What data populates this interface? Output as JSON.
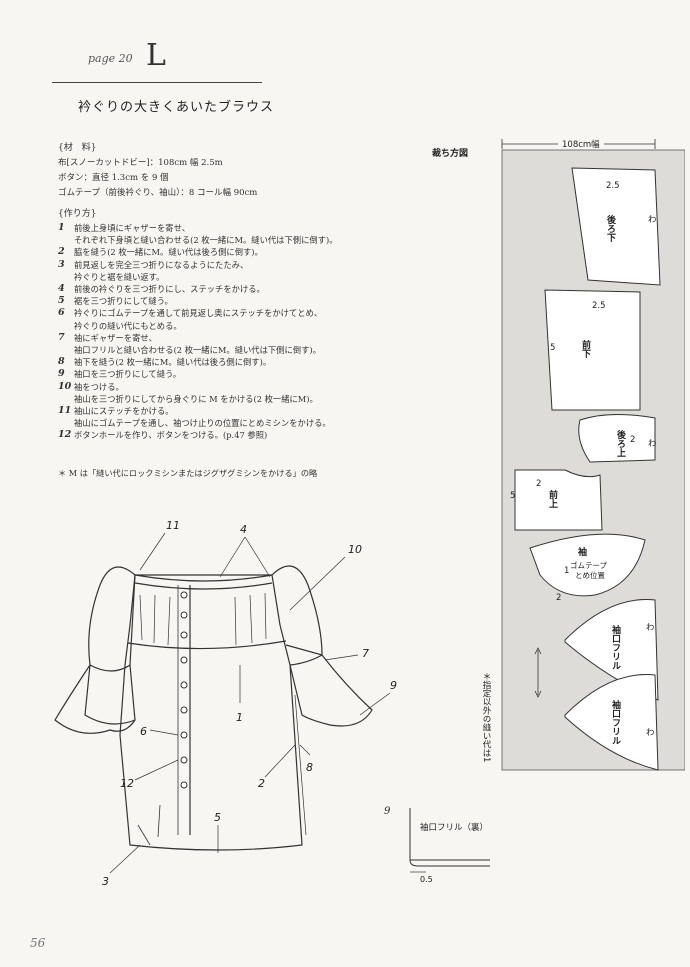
{
  "header": {
    "page_label": "page 20",
    "ornament": "L",
    "title": "衿ぐりの大きくあいたブラウス"
  },
  "materials": {
    "heading": "{材　料}",
    "lines": [
      "布[スノーカットドビー]：108cm 幅 2.5m",
      "ボタン：直径 1.3cm を 9 個",
      "ゴムテープ（前後衿ぐり、袖山）：8 コール幅 90cm"
    ]
  },
  "method": {
    "heading": "{作り方}",
    "steps": [
      {
        "num": "1",
        "text": "前後上身頃にギャザーを寄せ、"
      },
      {
        "num": "",
        "text": "それぞれ下身頃と縫い合わせる(2 枚一緒にM。縫い代は下側に倒す)。"
      },
      {
        "num": "2",
        "text": "脇を縫う(2 枚一緒にM。縫い代は後ろ側に倒す)。"
      },
      {
        "num": "3",
        "text": "前見返しを完全三つ折りになるようにたたみ、"
      },
      {
        "num": "",
        "text": "衿ぐりと裾を縫い返す。"
      },
      {
        "num": "4",
        "text": "前後の衿ぐりを三つ折りにし、ステッチをかける。"
      },
      {
        "num": "5",
        "text": "裾を三つ折りにして縫う。"
      },
      {
        "num": "6",
        "text": "衿ぐりにゴムテープを通して前見返し奥にステッチをかけてとめ、"
      },
      {
        "num": "",
        "text": "衿ぐりの縫い代にもとめる。"
      },
      {
        "num": "7",
        "text": "袖にギャザーを寄せ、"
      },
      {
        "num": "",
        "text": "袖口フリルと縫い合わせる(2 枚一緒にM。縫い代は下側に倒す)。"
      },
      {
        "num": "8",
        "text": "袖下を縫う(2 枚一緒にM。縫い代は後ろ側に倒す)。"
      },
      {
        "num": "9",
        "text": "袖口を三つ折りにして縫う。"
      },
      {
        "num": "10",
        "text": "袖をつける。"
      },
      {
        "num": "",
        "text": "袖山を三つ折りにしてから身ぐりに M をかける(2 枚一緒にM)。"
      },
      {
        "num": "11",
        "text": "袖山にステッチをかける。"
      },
      {
        "num": "",
        "text": "袖山にゴムテープを通し、袖つけ止りの位置にとめミシンをかける。"
      },
      {
        "num": "12",
        "text": "ボタンホールを作り、ボタンをつける。(p.47 参照)"
      }
    ],
    "note": "＊ M は「縫い代にロックミシンまたはジグザグミシンをかける」の略"
  },
  "illustration": {
    "callouts": [
      "11",
      "4",
      "10",
      "7",
      "9",
      "1",
      "6",
      "8",
      "12",
      "2",
      "5",
      "3"
    ]
  },
  "cutting": {
    "title": "裁ち方図",
    "width_label": "108cm幅",
    "vertical_note": "＊指定以外の縫い代は1",
    "pieces": [
      {
        "name": "後ろ下",
        "seam": "2.5",
        "fold": "わ"
      },
      {
        "name": "前下",
        "seam_top": "2.5",
        "seam_side": "5"
      },
      {
        "name": "後ろ上",
        "seam": "2",
        "fold": "わ"
      },
      {
        "name": "前上",
        "seam_top": "2",
        "seam_side": "5"
      },
      {
        "name": "袖",
        "tape": "ゴムテープ",
        "stop": "とめ位置",
        "seam_a": "1",
        "seam_b": "2"
      },
      {
        "name": "袖口フリル",
        "fold": "わ"
      },
      {
        "name": "袖口フリル",
        "fold": "わ"
      }
    ]
  },
  "detail": {
    "callout": "9",
    "label": "袖口フリル（裏）",
    "seam": "0.5"
  },
  "footer": {
    "page_number": "56"
  }
}
